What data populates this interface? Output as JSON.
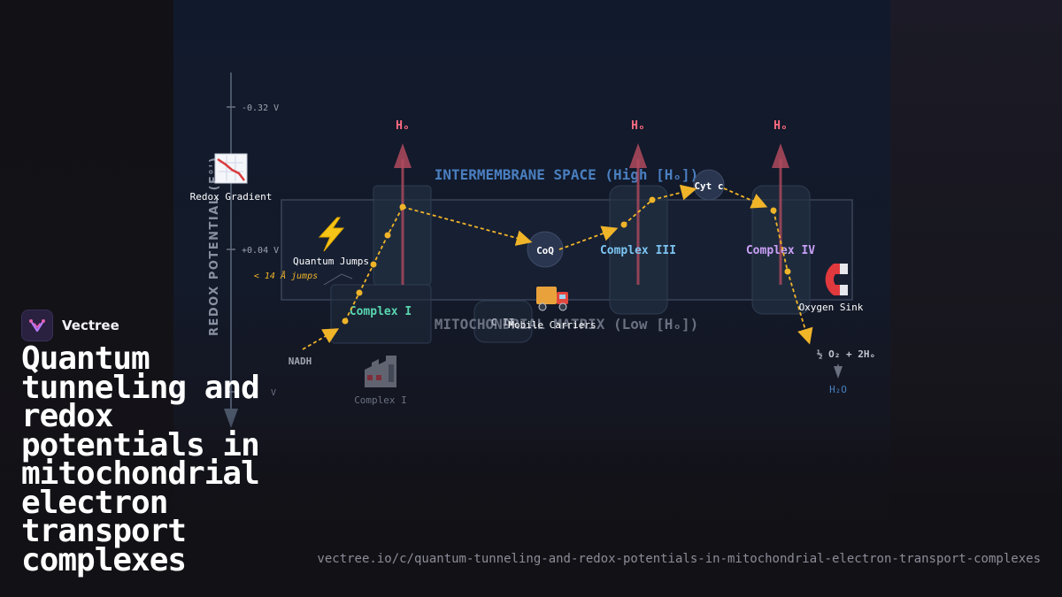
{
  "brand": {
    "name": "Vectree"
  },
  "title": "Quantum tunneling and redox potentials in mitochondrial electron transport complexes",
  "url": "vectree.io/c/quantum-tunneling-and-redox-potentials-in-mitochondrial-electron-transport-complexes",
  "diagram": {
    "axis": {
      "label": "REDOX POTENTIAL (E°')",
      "ticks": [
        "-0.32 V",
        "+0.04 V",
        "V"
      ]
    },
    "regions": {
      "intermembrane": "INTERMEMBRANE SPACE (High [Hₒ])",
      "matrix": "MITOCHONDRIAL MATRIX (Low [Hₒ])"
    },
    "proton_label": "Hₒ",
    "complexes": {
      "c1": "Complex I",
      "c2": "C II",
      "c3": "Complex III",
      "c4": "Complex IV"
    },
    "carriers": {
      "coq": "CoQ",
      "cytc": "Cyt c"
    },
    "substrates": {
      "nadh": "NADH",
      "oxygen": "½ O₂ + 2Hₒ",
      "water": "H₂O"
    },
    "legend": {
      "redox_gradient": "Redox Gradient",
      "quantum_jumps": "Quantum Jumps",
      "jump_distance": "< 14 Å jumps",
      "mobile_carriers": "Mobile Carriers",
      "oxygen_sink": "Oxygen Sink",
      "complex_one": "Complex I"
    },
    "icons": {
      "redox_gradient": "chart-decreasing-icon",
      "quantum_jumps": "lightning-icon",
      "mobile_carriers": "truck-icon",
      "oxygen_sink": "magnet-icon",
      "complex_one": "factory-icon"
    },
    "colors": {
      "electron_path": "#f0b429",
      "proton_arrow": "#b04a5e",
      "proton_label": "#ff6b81",
      "complex1": "#5ad6b0",
      "complex3": "#7cc4f0",
      "complex4": "#c9a0f5",
      "intermembrane": "#4a7fc0",
      "matrix": "#6a7080"
    }
  }
}
